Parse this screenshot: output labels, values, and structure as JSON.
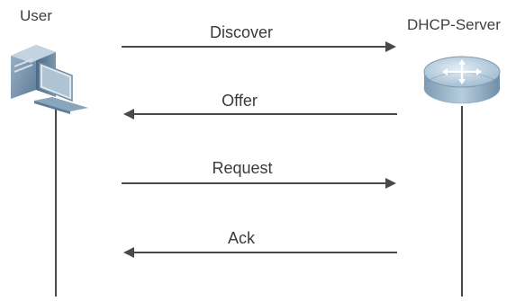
{
  "actors": {
    "user": {
      "label": "User",
      "icon": "desktop-computer-icon"
    },
    "server": {
      "label": "DHCP-Server",
      "icon": "router-icon"
    }
  },
  "messages": [
    {
      "label": "Discover",
      "direction": "to-server"
    },
    {
      "label": "Offer",
      "direction": "to-user"
    },
    {
      "label": "Request",
      "direction": "to-server"
    },
    {
      "label": "Ack",
      "direction": "to-user"
    }
  ],
  "colors": {
    "line": "#4a4a4a",
    "router_body": "#8fb0c8",
    "router_top": "#c9dcea",
    "computer_body": "#6f8ea8"
  }
}
